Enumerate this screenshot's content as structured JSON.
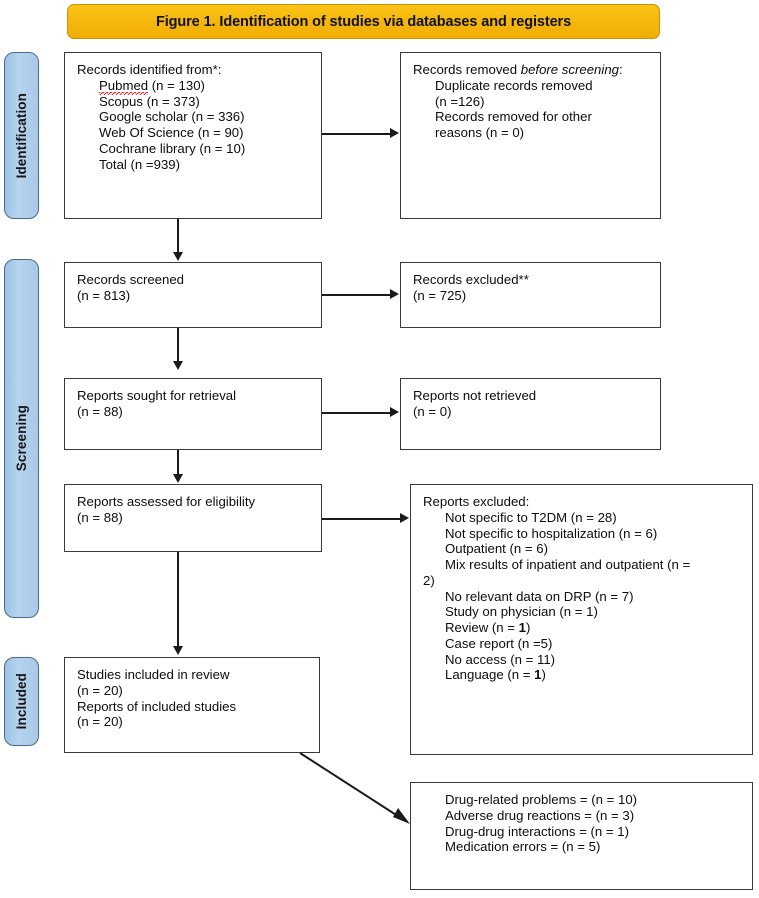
{
  "title": {
    "text": "Figure 1. Identification of studies via databases and registers",
    "bg_color": "#f5b70d",
    "border_color": "#c99208"
  },
  "stages": {
    "identification": "Identification",
    "screening": "Screening",
    "included": "Included",
    "bg_color": "#a9c9e9",
    "border_color": "#4a6c8c"
  },
  "boxes": {
    "identified": {
      "heading": "Records identified from*:",
      "items": [
        "Pubmed (n = 130)",
        "Scopus (n = 373)",
        "Google scholar (n = 336)",
        "Web Of Science (n = 90)",
        "Cochrane library (n = 10)"
      ],
      "total": "Total (n =939)",
      "spellcheck_word": "Pubmed"
    },
    "removed": {
      "heading_part1": "Records removed ",
      "heading_italic": "before screening",
      "heading_part2": ":",
      "line_duplicate": "Duplicate records removed",
      "line_duplicate_n": "(n =126)",
      "line_other": "Records removed for other",
      "line_other_n": "reasons (n = 0)"
    },
    "screened": {
      "line1": "Records screened",
      "line2": "(n = 813)"
    },
    "excluded": {
      "line1": "Records excluded**",
      "line2": "(n = 725)"
    },
    "sought": {
      "line1": "Reports sought for retrieval",
      "line2": "(n = 88)"
    },
    "not_retrieved": {
      "line1": "Reports not retrieved",
      "line2": "(n = 0)"
    },
    "assessed": {
      "line1": "Reports assessed for eligibility",
      "line2": "(n = 88)"
    },
    "reports_excluded": {
      "heading": "Reports excluded:",
      "items": [
        "Not specific to T2DM (n = 28)",
        "Not specific to hospitalization (n = 6)",
        "Outpatient (n = 6)",
        "Mix results of inpatient and outpatient (n =",
        "2)",
        "No relevant data on DRP (n = 7)",
        "Study on physician (n = 1)",
        "Case report (n =5)",
        "No access (n = 11)"
      ],
      "item_review_pre": "Review (n = ",
      "item_review_bold": "1",
      "item_review_post": ")",
      "item_language_pre": "Language (n = ",
      "item_language_bold": "1",
      "item_language_post": ")"
    },
    "included": {
      "line1": "Studies included in review",
      "line2": "(n = 20)",
      "line3": "Reports of included studies",
      "line4": "(n = 20)"
    },
    "outcomes": {
      "items": [
        "Drug-related problems = (n = 10)",
        "Adverse drug reactions = (n = 3)",
        "Drug-drug interactions = (n = 1)",
        "Medication errors = (n = 5)"
      ]
    }
  }
}
